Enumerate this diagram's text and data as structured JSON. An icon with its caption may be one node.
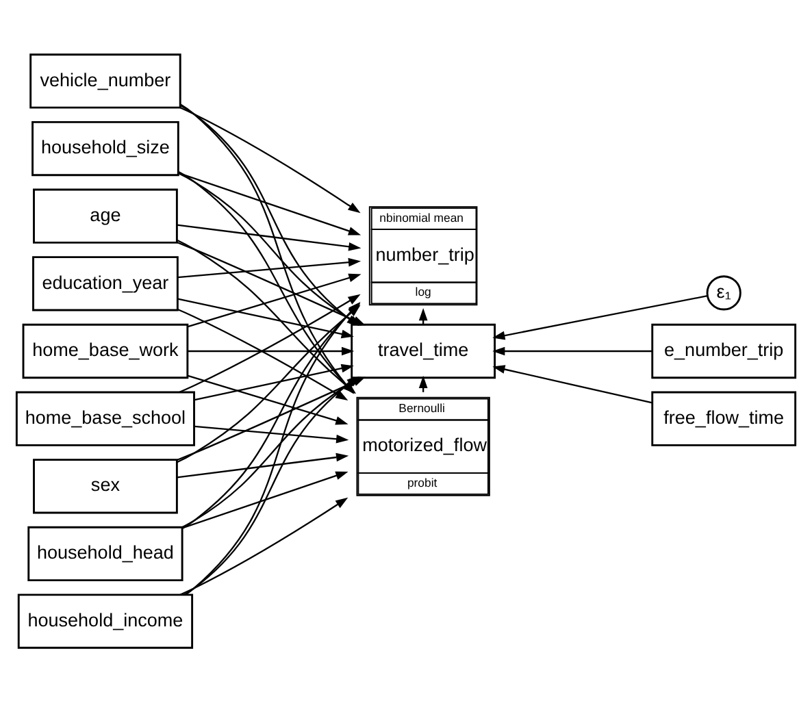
{
  "diagram": {
    "nodes": [
      {
        "text": [
          "sex"
        ]
      },
      {
        "text": [
          "household_head"
        ]
      },
      {
        "text": [
          "household_income"
        ]
      },
      {
        "text": [
          "vehicle_number"
        ]
      },
      {
        "text": [
          "household_size"
        ]
      },
      {
        "text": [
          "age"
        ]
      },
      {
        "text": [
          "education_year"
        ]
      },
      {
        "text": [
          "home_base_work"
        ]
      },
      {
        "text": [
          "home_base_school"
        ]
      },
      {
        "text": [
          "nbinomial mean",
          "number_trip",
          "log"
        ]
      },
      {
        "text": [
          "ε₁"
        ]
      },
      {
        "text": [
          "travel_time"
        ]
      },
      {
        "text": [
          "e_number_trip"
        ]
      },
      {
        "text": [
          "free_flow_time"
        ]
      },
      {
        "text": [
          "Bernoulli",
          "motorized_flow",
          "probit"
        ]
      }
    ],
    "edges": [
      {
        "from": 0,
        "to": 9,
        "arrow": "to"
      },
      {
        "from": 0,
        "to": 11,
        "arrow": "to"
      },
      {
        "from": 0,
        "to": 14,
        "arrow": "to"
      },
      {
        "from": 1,
        "to": 9,
        "arrow": "to"
      },
      {
        "from": 1,
        "to": 11,
        "arrow": "to"
      },
      {
        "from": 1,
        "to": 14,
        "arrow": "to"
      },
      {
        "from": 2,
        "to": 9,
        "arrow": "to"
      },
      {
        "from": 2,
        "to": 11,
        "arrow": "to"
      },
      {
        "from": 2,
        "to": 14,
        "arrow": "to"
      },
      {
        "from": 3,
        "to": 9,
        "arrow": "to"
      },
      {
        "from": 3,
        "to": 11,
        "arrow": "to"
      },
      {
        "from": 3,
        "to": 14,
        "arrow": "to"
      },
      {
        "from": 4,
        "to": 9,
        "arrow": "to"
      },
      {
        "from": 4,
        "to": 11,
        "arrow": "to"
      },
      {
        "from": 4,
        "to": 14,
        "arrow": "to"
      },
      {
        "from": 5,
        "to": 9,
        "arrow": "to"
      },
      {
        "from": 5,
        "to": 11,
        "arrow": "to"
      },
      {
        "from": 5,
        "to": 14,
        "arrow": "to"
      },
      {
        "from": 6,
        "to": 9,
        "arrow": "to"
      },
      {
        "from": 6,
        "to": 11,
        "arrow": "to"
      },
      {
        "from": 6,
        "to": 14,
        "arrow": "to"
      },
      {
        "from": 7,
        "to": 9,
        "arrow": "to"
      },
      {
        "from": 7,
        "to": 11,
        "arrow": "to"
      },
      {
        "from": 7,
        "to": 14,
        "arrow": "to"
      },
      {
        "from": 8,
        "to": 9,
        "arrow": "to"
      },
      {
        "from": 8,
        "to": 11,
        "arrow": "to"
      },
      {
        "from": 8,
        "to": 14,
        "arrow": "to"
      },
      {
        "from": 11,
        "to": 9,
        "arrow": "to"
      },
      {
        "from": 10,
        "to": 11,
        "arrow": "to"
      },
      {
        "from": 12,
        "to": 11,
        "arrow": "to"
      },
      {
        "from": 13,
        "to": 11,
        "arrow": "to"
      },
      {
        "from": 14,
        "to": 11,
        "arrow": "to"
      }
    ]
  }
}
